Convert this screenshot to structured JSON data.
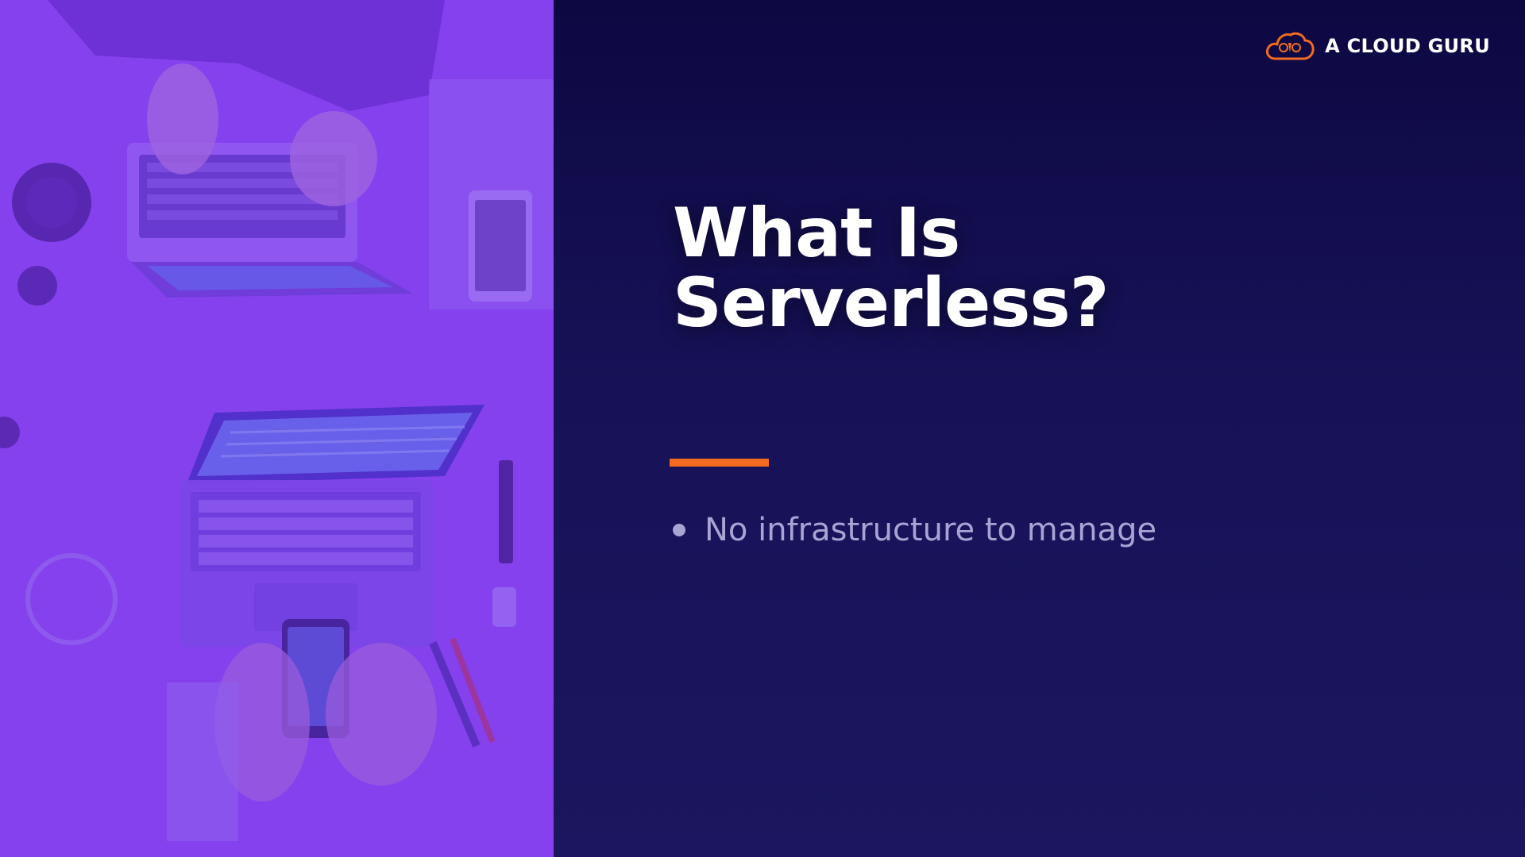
{
  "brand": {
    "name": "A CLOUD GURU",
    "accent_color": "#f26b21",
    "logo_icon": "cloud-logo-icon"
  },
  "slide": {
    "title_line1": "What Is",
    "title_line2": "Serverless?",
    "bullets": [
      {
        "text": "No infrastructure to manage"
      }
    ]
  },
  "colors": {
    "background": "#14104a",
    "photo_tint": "#7c3aed",
    "title": "#ffffff",
    "bullet_text": "#a8a4d4"
  }
}
